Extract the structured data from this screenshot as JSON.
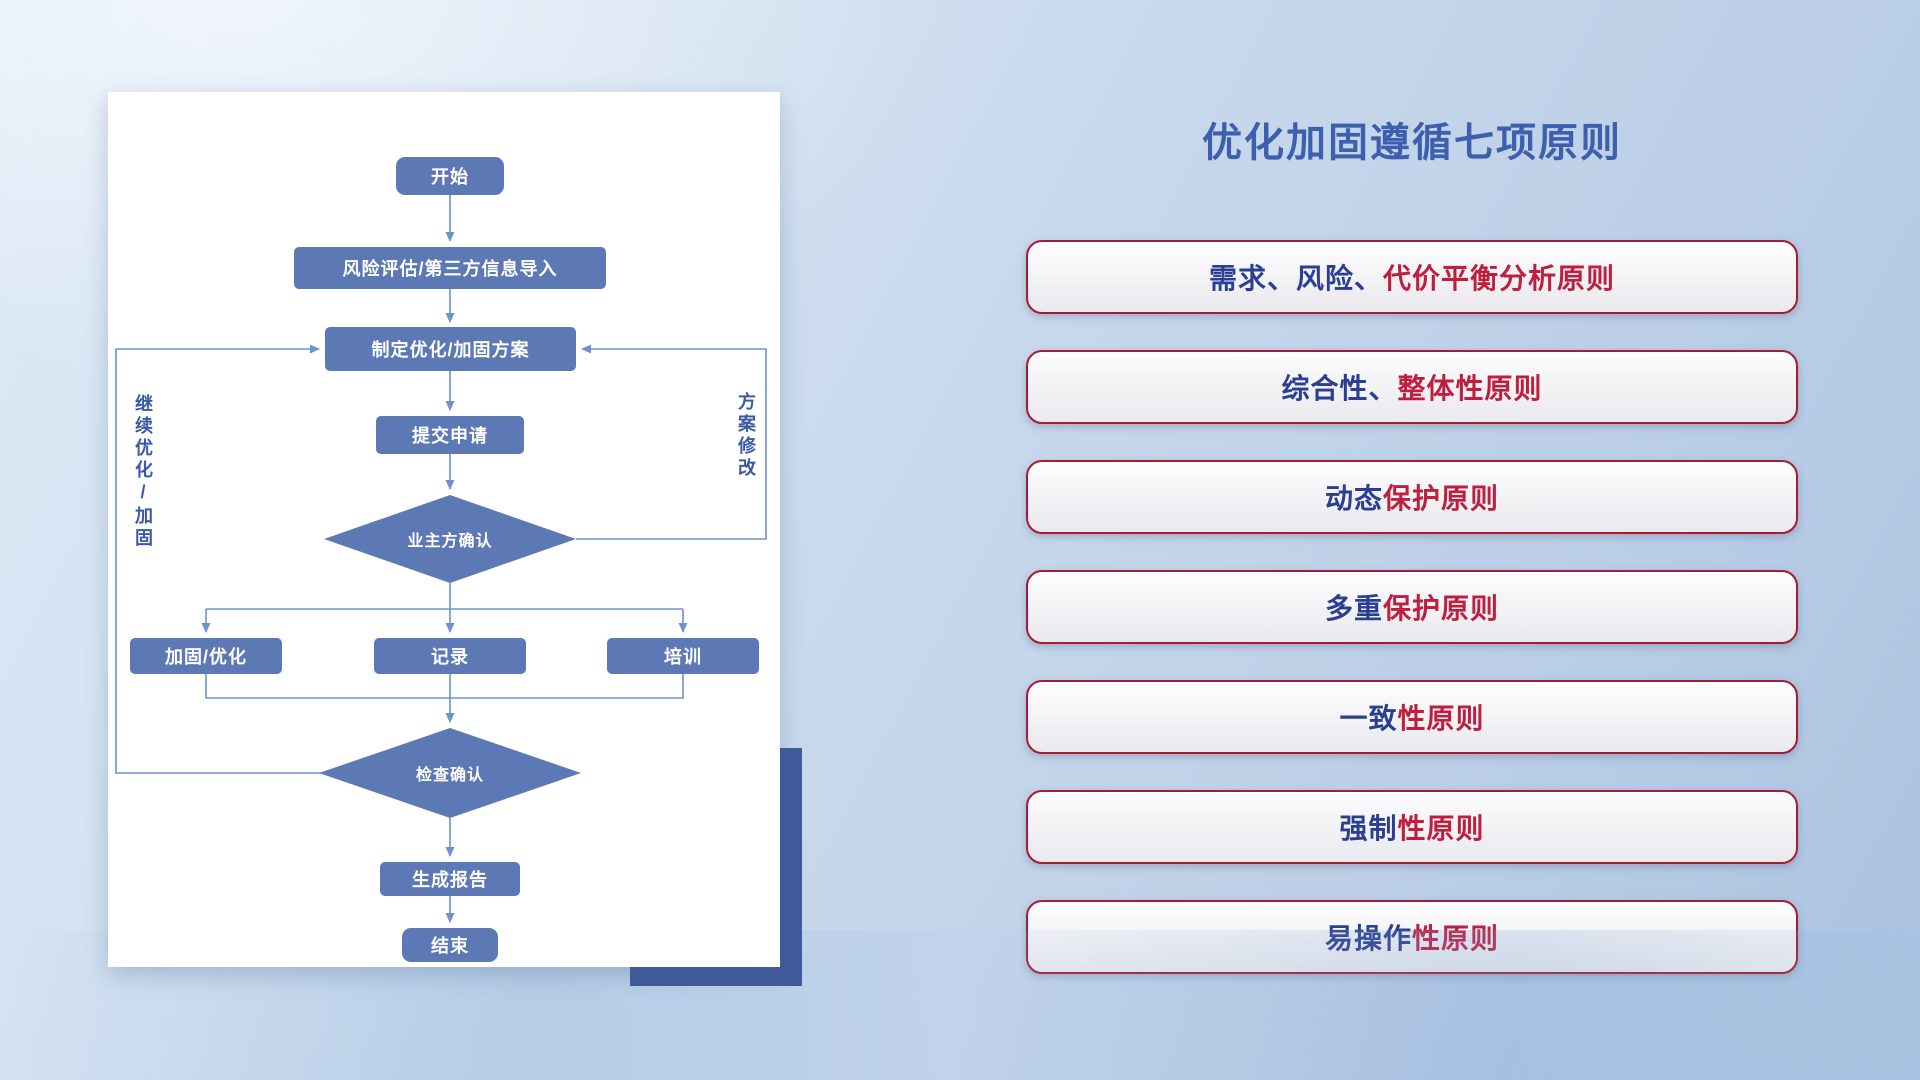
{
  "page": {
    "title": "优化加固遵循七项原则"
  },
  "flowchart": {
    "nodes": {
      "start": "开始",
      "risk_import": "风险评估/第三方信息导入",
      "make_plan": "制定优化/加固方案",
      "submit": "提交申请",
      "owner_confirm": "业主方确认",
      "harden_optimize": "加固/优化",
      "record": "记录",
      "training": "培训",
      "check_confirm": "检查确认",
      "report": "生成报告",
      "end": "结束"
    },
    "loop_labels": {
      "continue_left": "继续优化/加固",
      "revise_right": "方案修改"
    }
  },
  "principles": [
    {
      "lead": "需求、风险、",
      "tail": "代价平衡分析原则"
    },
    {
      "lead": "综合性、",
      "tail": "整体性原则"
    },
    {
      "lead": "动态",
      "tail": "保护原则"
    },
    {
      "lead": "多重",
      "tail": "保护原则"
    },
    {
      "lead": "一致",
      "tail": "性原则"
    },
    {
      "lead": "强制",
      "tail": "性原则"
    },
    {
      "lead": "易操作",
      "tail": "性原则"
    }
  ],
  "colors": {
    "accent_blue": "#3c5fae",
    "principle_red": "#bf1e3e",
    "principle_blue": "#2b3f92",
    "node_fill": "#5c78b5",
    "connector": "#6d93cc"
  }
}
